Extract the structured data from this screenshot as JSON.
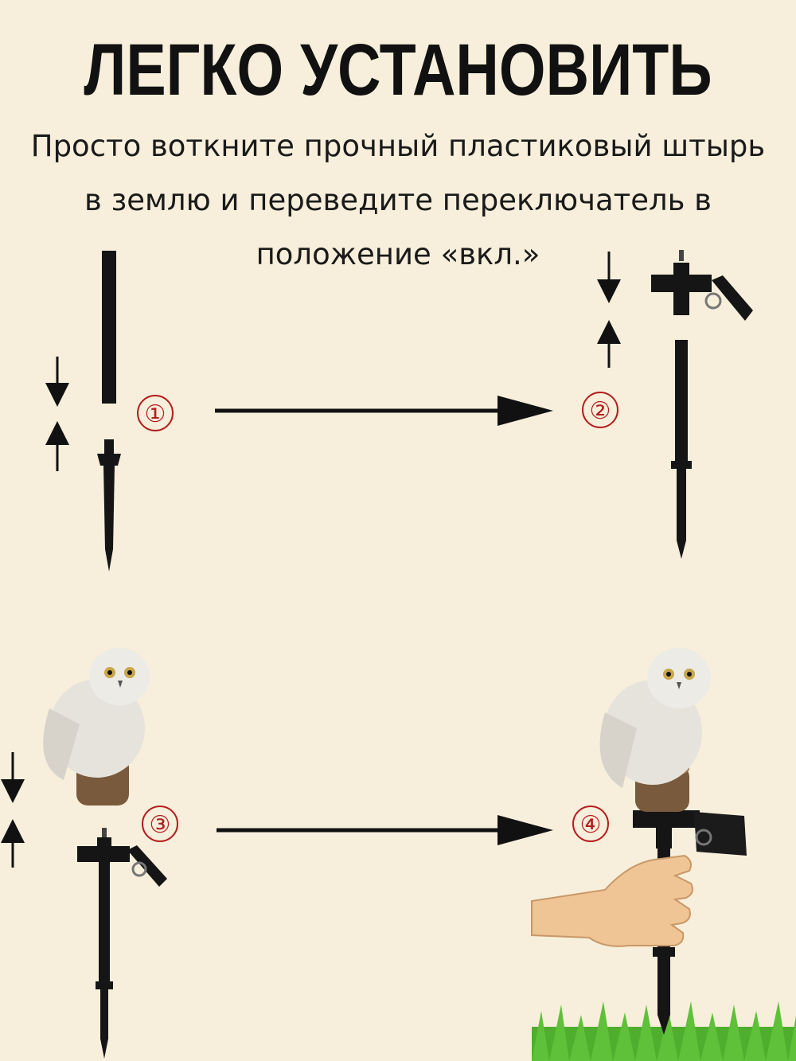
{
  "header": {
    "title": "ЛЕГКО УСТАНОВИТЬ",
    "lines": [
      "Просто воткните прочный пластиковый штырь",
      "в землю и переведите переключатель в",
      "положение «вкл.»"
    ]
  },
  "steps": [
    {
      "label": "①"
    },
    {
      "label": "②"
    },
    {
      "label": "③"
    },
    {
      "label": "④"
    }
  ],
  "colors": {
    "background": "#f7efdb",
    "ink": "#111111",
    "step_accent": "#b41d1d",
    "owl": "#e6e3dc",
    "stump": "#7a5a3c",
    "hand": "#f0c596",
    "grass": "#4fae2e"
  }
}
